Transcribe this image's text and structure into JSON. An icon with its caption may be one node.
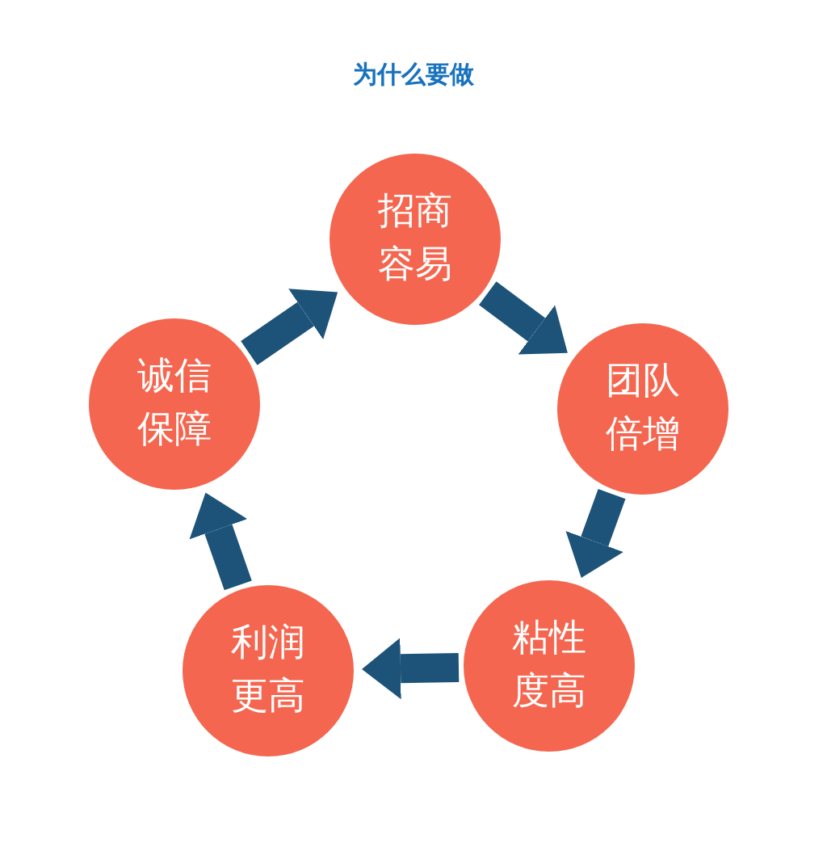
{
  "diagram": {
    "title": "为什么要做",
    "nodes": [
      {
        "text": [
          "招商容易"
        ]
      },
      {
        "text": [
          "团队倍增"
        ]
      },
      {
        "text": [
          "粘性度高"
        ]
      },
      {
        "text": [
          "利润更高"
        ]
      },
      {
        "text": [
          "诚信保障"
        ]
      }
    ],
    "edges": [
      {
        "from": 0,
        "to": 1,
        "arrow": "to"
      },
      {
        "from": 1,
        "to": 2,
        "arrow": "to"
      },
      {
        "from": 2,
        "to": 3,
        "arrow": "to"
      },
      {
        "from": 3,
        "to": 4,
        "arrow": "to"
      },
      {
        "from": 4,
        "to": 0,
        "arrow": "to"
      }
    ]
  }
}
